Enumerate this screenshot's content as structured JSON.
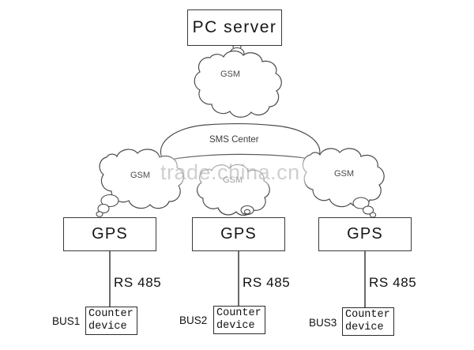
{
  "diagram": {
    "title_node": {
      "label": "PC server"
    },
    "clouds": [
      {
        "name": "gsm-top",
        "label": "GSM"
      },
      {
        "name": "sms-center",
        "label": "SMS Center"
      },
      {
        "name": "gsm-left",
        "label": "GSM"
      },
      {
        "name": "gsm-middle",
        "label": "GSM"
      },
      {
        "name": "gsm-right",
        "label": "GSM"
      }
    ],
    "gps_nodes": [
      {
        "label": "GPS"
      },
      {
        "label": "GPS"
      },
      {
        "label": "GPS"
      }
    ],
    "links": [
      {
        "label": "RS 485"
      },
      {
        "label": "RS 485"
      },
      {
        "label": "RS 485"
      }
    ],
    "buses": [
      {
        "label": "BUS1"
      },
      {
        "label": "BUS2"
      },
      {
        "label": "BUS3"
      }
    ],
    "counter_devices": [
      {
        "line1": "Counter",
        "line2": "device"
      },
      {
        "line1": "Counter",
        "line2": "device"
      },
      {
        "line1": "Counter",
        "line2": "device"
      }
    ],
    "watermark": {
      "text": "trade.china.cn"
    },
    "colors": {
      "background": "#ffffff",
      "stroke": "#2b2b2b",
      "cloud_stroke": "#4a4a4a",
      "text": "#111111",
      "cloud_text": "#4a4a4a",
      "watermark": "#96969b"
    }
  }
}
